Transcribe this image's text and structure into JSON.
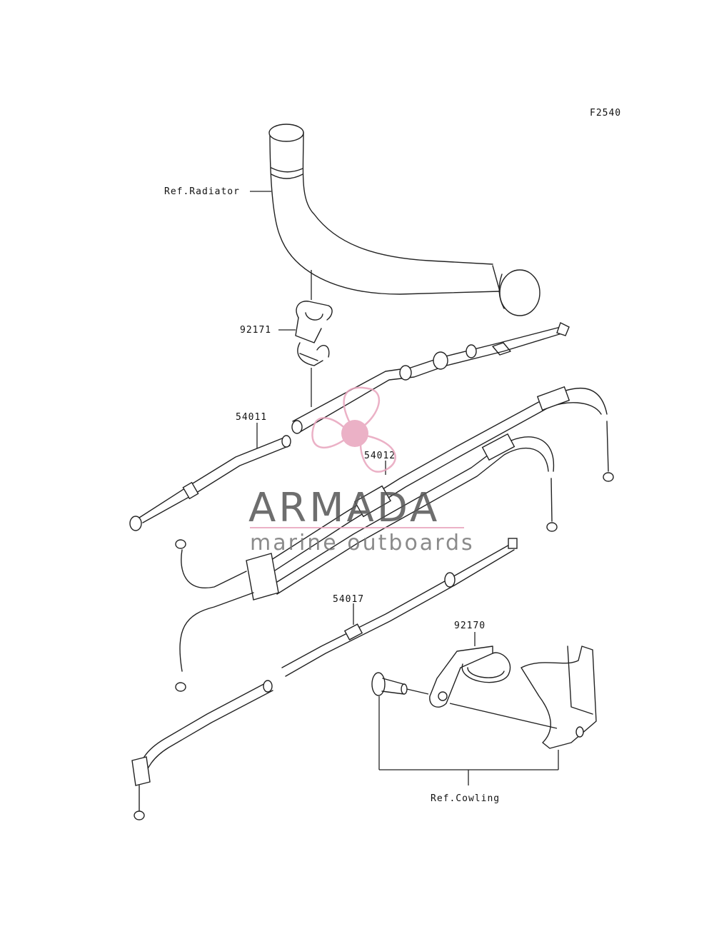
{
  "figure_code": "F2540",
  "references": {
    "radiator": "Ref.Radiator",
    "cowling": "Ref.Cowling"
  },
  "parts": [
    {
      "id": "92171"
    },
    {
      "id": "54011"
    },
    {
      "id": "54012"
    },
    {
      "id": "54017"
    },
    {
      "id": "92170"
    }
  ],
  "watermark": {
    "title": "ARMADA",
    "subtitle": "marine outboards",
    "title_color": "#555555",
    "accent_color": "#e8a4bd"
  }
}
